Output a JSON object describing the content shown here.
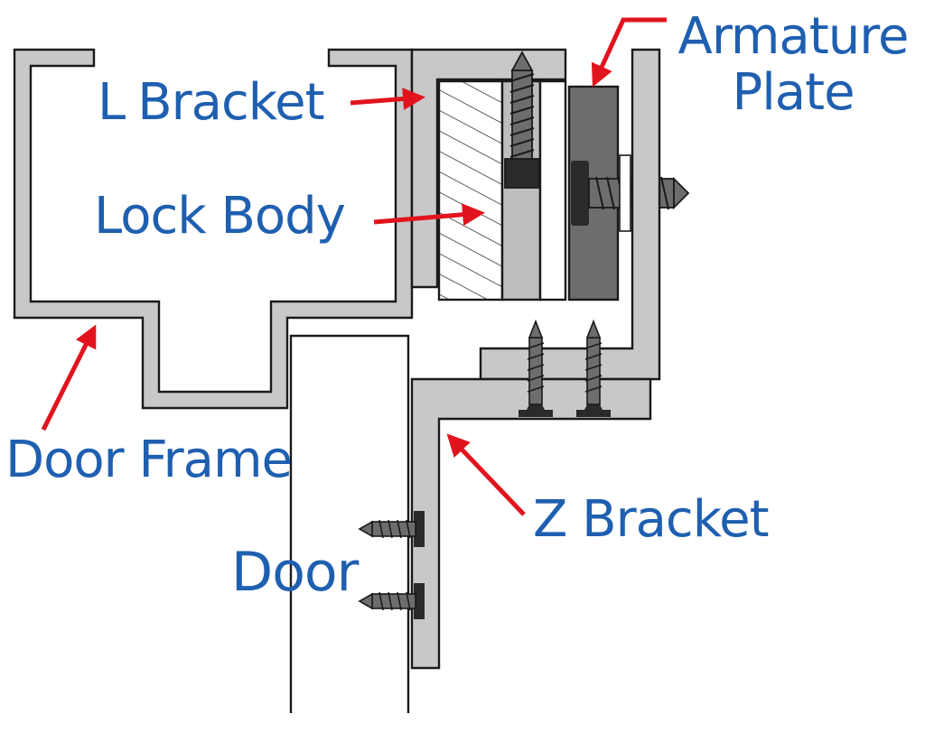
{
  "colors": {
    "label": "#1f5fb0",
    "arrow": "#e1141e",
    "outline": "#1a1a1a",
    "bracket_fill": "#c8c8c8",
    "armature_fill": "#6d6d6d",
    "screw_fill": "#555555",
    "background": "#ffffff"
  },
  "labels": {
    "l_bracket_word1": "L",
    "l_bracket_word2": "Bracket",
    "lock_body": "Lock Body",
    "armature_line1": "Armature",
    "armature_line2": "Plate",
    "door_frame": "Door Frame",
    "z_bracket": "Z Bracket",
    "door": "Door"
  },
  "parts": [
    "door-frame",
    "l-bracket",
    "lock-body",
    "armature-plate",
    "z-bracket",
    "door",
    "screws"
  ]
}
